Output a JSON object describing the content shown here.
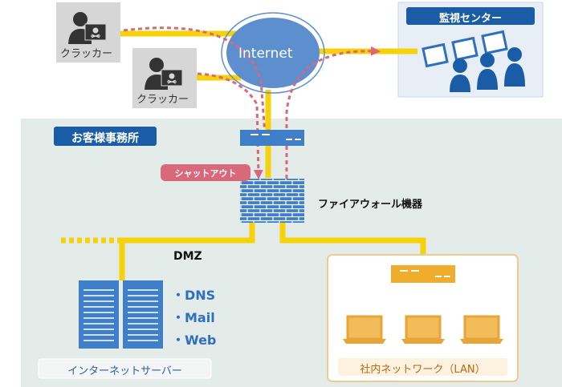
{
  "internet": {
    "label": "Internet"
  },
  "attackers": [
    {
      "label": "クラッカー"
    },
    {
      "label": "クラッカー"
    }
  ],
  "monitoring_center": {
    "label": "監視センター"
  },
  "office": {
    "label": "お客様事務所"
  },
  "shutout": {
    "label": "シャットアウト"
  },
  "firewall": {
    "label": "ファイアウォール機器"
  },
  "dmz": {
    "label": "DMZ"
  },
  "servers": {
    "services": [
      "・DNS",
      "・Mail",
      "・Web"
    ],
    "label": "インターネットサーバー"
  },
  "lan": {
    "label": "社内ネットワーク（LAN）"
  },
  "colors": {
    "network_line": "#f5d20a",
    "office_bg": "#e3ece9",
    "internet_blue": "#5d8fcf",
    "badge_navy": "#1a5da6",
    "attack_arrow": "#d9687a",
    "lan_border": "#f2c98e",
    "server_blue": "#3f7fca"
  },
  "icons": [
    "hacker-icon",
    "monitor-operators-icon",
    "router-icon",
    "firewall-brick-icon",
    "server-rack-icon",
    "laptop-icon"
  ]
}
